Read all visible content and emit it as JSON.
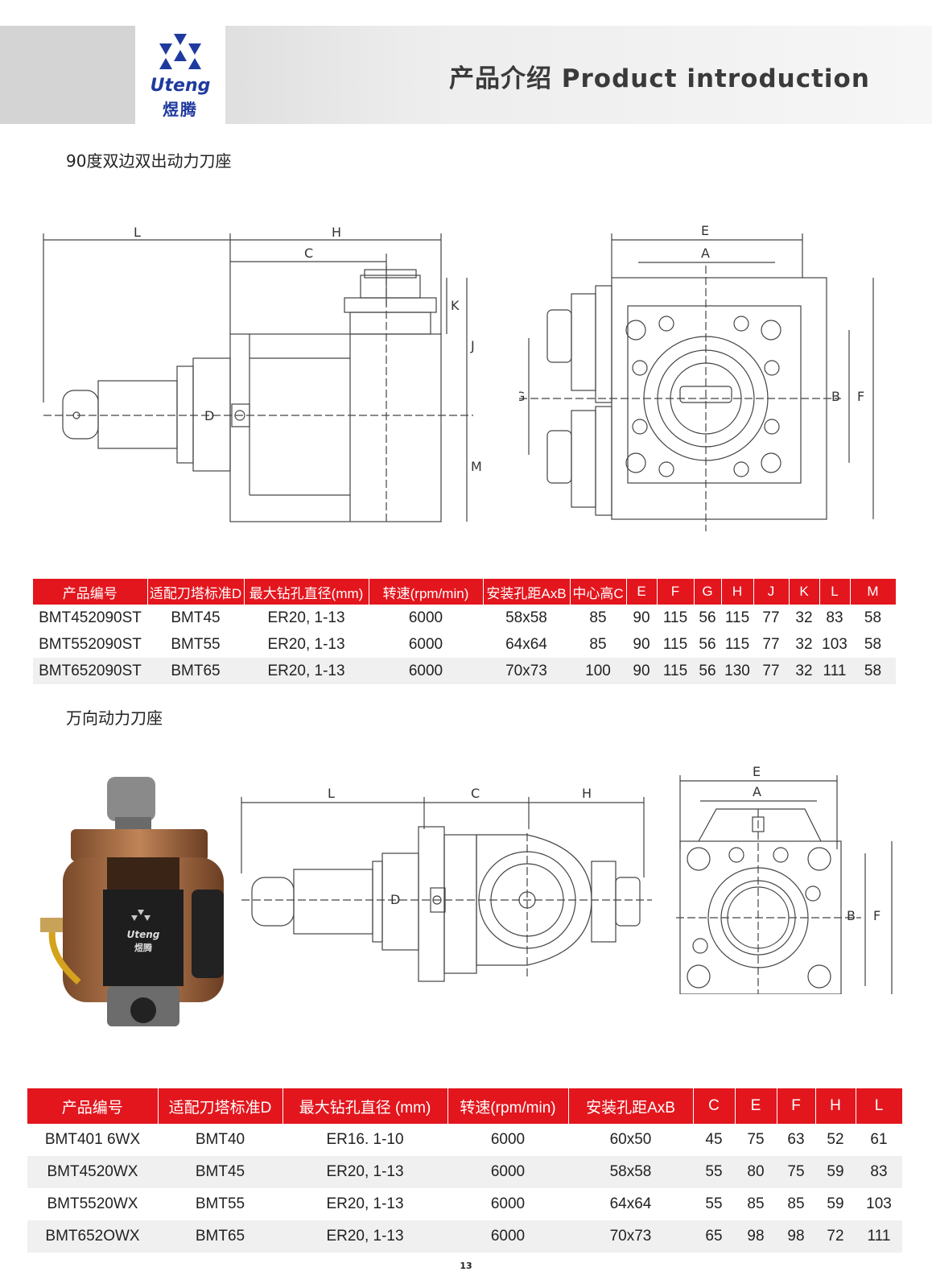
{
  "header": {
    "brand": "Uteng",
    "brand_cn": "煜腾",
    "title": "产品介绍 Product introduction",
    "logo_color": "#1f3a9e"
  },
  "section1": {
    "title": "90度双边双出动力刀座",
    "drawing_labels": {
      "L": "L",
      "H": "H",
      "C": "C",
      "K": "K",
      "J": "J",
      "M": "M",
      "D": "D",
      "E": "E",
      "A": "A",
      "G": "G",
      "B": "B",
      "F": "F"
    },
    "table": {
      "headers": [
        "产品编号",
        "适配刀塔标准D",
        "最大钻孔直径(mm)",
        "转速(rpm/min)",
        "安装孔距AxB",
        "中心高C",
        "E",
        "F",
        "G",
        "H",
        "J",
        "K",
        "L",
        "M"
      ],
      "rows": [
        [
          "BMT452090ST",
          "BMT45",
          "ER20, 1-13",
          "6000",
          "58x58",
          "85",
          "90",
          "115",
          "56",
          "115",
          "77",
          "32",
          "83",
          "58"
        ],
        [
          "BMT552090ST",
          "BMT55",
          "ER20, 1-13",
          "6000",
          "64x64",
          "85",
          "90",
          "115",
          "56",
          "115",
          "77",
          "32",
          "103",
          "58"
        ],
        [
          "BMT652090ST",
          "BMT65",
          "ER20, 1-13",
          "6000",
          "70x73",
          "100",
          "90",
          "115",
          "56",
          "130",
          "77",
          "32",
          "111",
          "58"
        ]
      ]
    }
  },
  "section2": {
    "title": "万向动力刀座",
    "photo_text": {
      "brand": "Uteng",
      "brand_cn": "煜腾"
    },
    "drawing_labels": {
      "L": "L",
      "C": "C",
      "H": "H",
      "D": "D",
      "E": "E",
      "A": "A",
      "B": "B",
      "F": "F"
    },
    "table": {
      "headers": [
        "产品编号",
        "适配刀塔标准D",
        "最大钻孔直径 (mm)",
        "转速(rpm/min)",
        "安装孔距AxB",
        "C",
        "E",
        "F",
        "H",
        "L"
      ],
      "rows": [
        [
          "BMT401 6WX",
          "BMT40",
          "ER16. 1-10",
          "6000",
          "60x50",
          "45",
          "75",
          "63",
          "52",
          "61"
        ],
        [
          "BMT4520WX",
          "BMT45",
          "ER20, 1-13",
          "6000",
          "58x58",
          "55",
          "80",
          "75",
          "59",
          "83"
        ],
        [
          "BMT5520WX",
          "BMT55",
          "ER20, 1-13",
          "6000",
          "64x64",
          "55",
          "85",
          "85",
          "59",
          "103"
        ],
        [
          "BMT652OWX",
          "BMT65",
          "ER20, 1-13",
          "6000",
          "70x73",
          "65",
          "98",
          "98",
          "72",
          "111"
        ]
      ]
    }
  },
  "page": {
    "number": "13"
  },
  "colors": {
    "table_header": "#e3161e",
    "row_alt": "#f0f0f0"
  }
}
